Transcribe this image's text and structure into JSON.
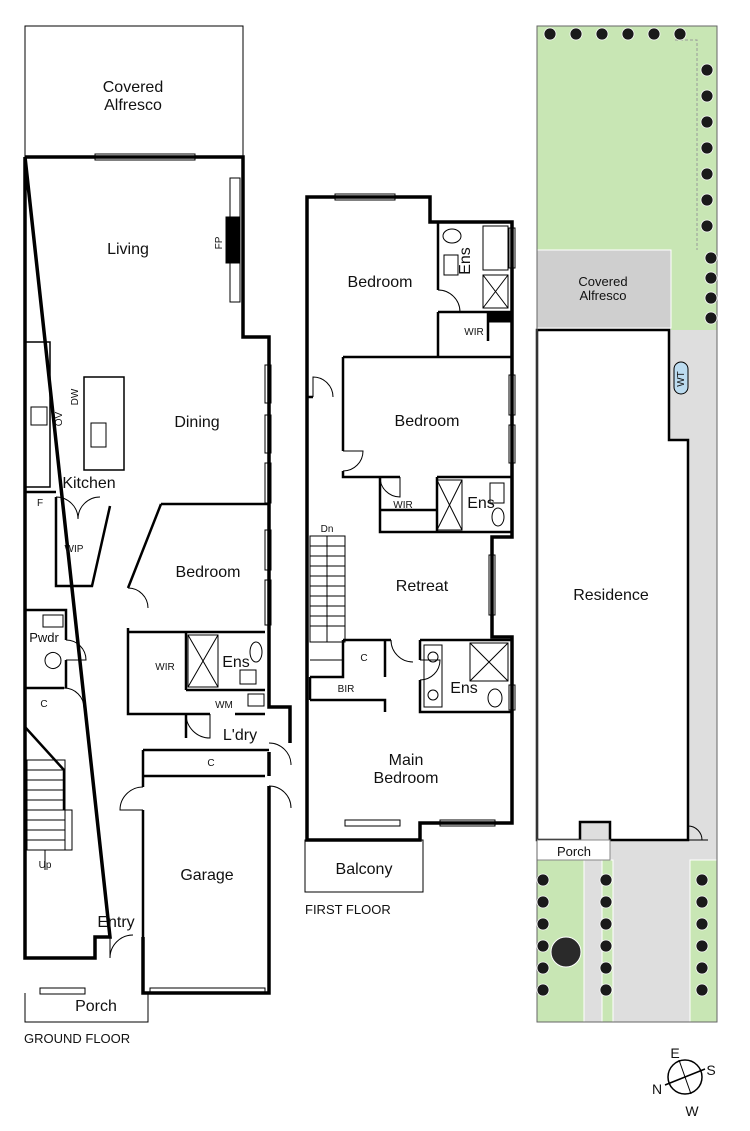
{
  "ground_floor": {
    "title": "GROUND FLOOR",
    "rooms": {
      "covered_alfresco_1": "Covered",
      "covered_alfresco_2": "Alfresco",
      "living": "Living",
      "fp": "FP",
      "dining": "Dining",
      "dw": "DW",
      "ov": "OV",
      "kitchen": "Kitchen",
      "f": "F",
      "wip": "WIP",
      "bedroom": "Bedroom",
      "pwdr": "Pwdr",
      "wir": "WIR",
      "ens": "Ens",
      "wm": "WM",
      "c_left": "C",
      "laundry": "L'dry",
      "c_garage": "C",
      "garage": "Garage",
      "up": "Up",
      "entry": "Entry",
      "porch": "Porch"
    }
  },
  "first_floor": {
    "title": "FIRST FLOOR",
    "rooms": {
      "bedroom_top": "Bedroom",
      "ens_top": "Ens",
      "wir_top": "WIR",
      "bedroom_mid": "Bedroom",
      "wir_mid": "WIR",
      "ens_mid": "Ens",
      "dn": "Dn",
      "retreat": "Retreat",
      "c": "C",
      "bir": "BIR",
      "ens_main": "Ens",
      "main_bedroom_1": "Main",
      "main_bedroom_2": "Bedroom",
      "balcony": "Balcony"
    }
  },
  "site_plan": {
    "covered_alfresco_1": "Covered",
    "covered_alfresco_2": "Alfresco",
    "wt": "WT",
    "residence": "Residence",
    "porch": "Porch",
    "colors": {
      "garden": "#c8e6b4",
      "paving": "#dedede",
      "outline": "#000000"
    }
  },
  "compass": {
    "n": "N",
    "e": "E",
    "s": "S",
    "w": "W"
  }
}
